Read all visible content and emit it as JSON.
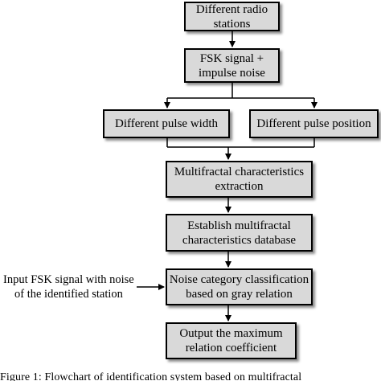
{
  "nodes": {
    "radio_stations": {
      "line1": "Different radio",
      "line2": "stations"
    },
    "fsk_noise": {
      "line1": "FSK signal +",
      "line2": "impulse noise"
    },
    "pulse_width": {
      "line1": "Different pulse width"
    },
    "pulse_position": {
      "line1": "Different pulse position"
    },
    "extraction": {
      "line1": "Multifractal characteristics",
      "line2": "extraction"
    },
    "database": {
      "line1": "Establish multifractal",
      "line2": "characteristics database"
    },
    "classification": {
      "line1": "Noise category classification",
      "line2": "based on gray relation"
    },
    "output": {
      "line1": "Output the maximum",
      "line2": "relation coefficient"
    }
  },
  "input_label": {
    "line1": "Input FSK signal with noise",
    "line2": "of the identified station"
  },
  "caption": "Figure 1: Flowchart of identification system based on multifractal"
}
